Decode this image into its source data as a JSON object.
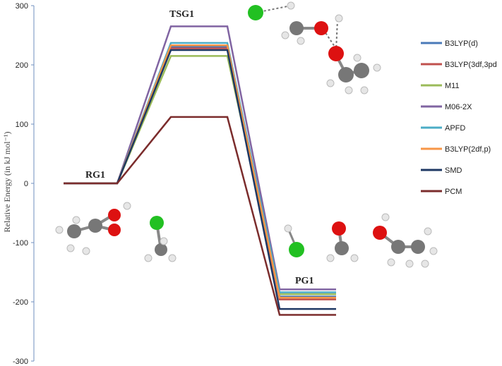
{
  "chart_data": {
    "type": "line",
    "ylabel": "Relative Energy (in kJ mol⁻¹)",
    "ylim": [
      -300,
      300
    ],
    "yticks": [
      300,
      200,
      100,
      0,
      -100,
      -200,
      -300
    ],
    "states": [
      "RG1",
      "TSG1",
      "PG1"
    ],
    "legend_position": "right",
    "series": [
      {
        "name": "B3LYP(d)",
        "color": "#4a7ab8",
        "values": [
          0,
          230,
          -191
        ]
      },
      {
        "name": "B3LYP(3df,3pd",
        "color": "#c0504d",
        "values": [
          0,
          228,
          -196
        ]
      },
      {
        "name": "M11",
        "color": "#9bbb59",
        "values": [
          0,
          215,
          -187
        ]
      },
      {
        "name": "M06-2X",
        "color": "#8064a2",
        "values": [
          0,
          265,
          -179
        ]
      },
      {
        "name": "APFD",
        "color": "#4bacc6",
        "values": [
          0,
          237,
          -184
        ]
      },
      {
        "name": "B3LYP(2df,p)",
        "color": "#f79646",
        "values": [
          0,
          233,
          -193
        ]
      },
      {
        "name": "SMD",
        "color": "#1f3864",
        "values": [
          0,
          225,
          -212
        ]
      },
      {
        "name": "PCM",
        "color": "#7b2c2c",
        "values": [
          0,
          112,
          -222
        ]
      }
    ]
  },
  "molecules": {
    "reactant": "reactant-structure",
    "transition_state": "transition-state-structure",
    "product": "product-structure"
  }
}
